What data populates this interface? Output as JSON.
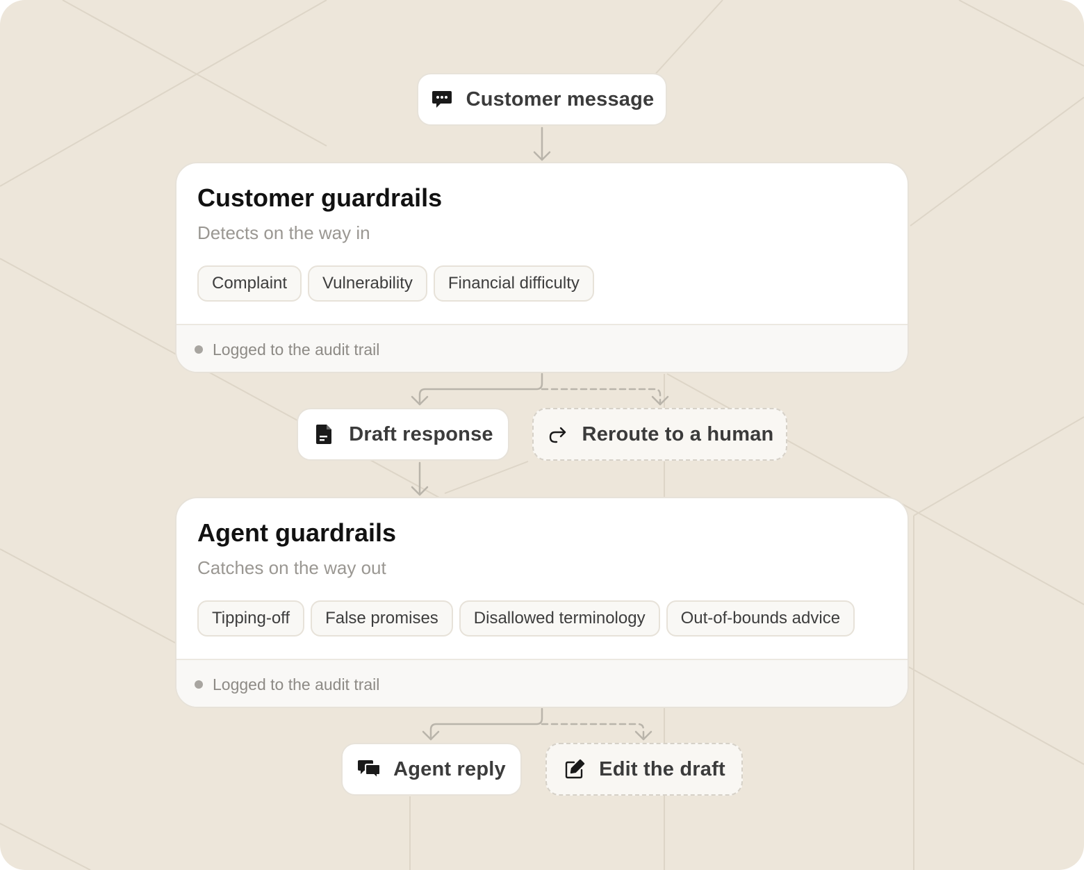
{
  "nodes": {
    "customer_message": {
      "label": "Customer message",
      "icon": "chat-bubble-icon"
    },
    "draft_response": {
      "label": "Draft response",
      "icon": "document-icon"
    },
    "reroute_human": {
      "label": "Reroute to a human",
      "icon": "redirect-arrow-icon"
    },
    "agent_reply": {
      "label": "Agent reply",
      "icon": "chat-bubbles-icon"
    },
    "edit_draft": {
      "label": "Edit the draft",
      "icon": "edit-pencil-icon"
    }
  },
  "customer_guardrails": {
    "title": "Customer guardrails",
    "subtitle": "Detects on the way in",
    "tags": [
      "Complaint",
      "Vulnerability",
      "Financial difficulty"
    ],
    "footer": "Logged to the audit trail"
  },
  "agent_guardrails": {
    "title": "Agent guardrails",
    "subtitle": "Catches on the way out",
    "tags": [
      "Tipping-off",
      "False promises",
      "Disallowed terminology",
      "Out-of-bounds advice"
    ],
    "footer": "Logged to the audit trail"
  },
  "colors": {
    "background": "#ede6da",
    "card": "#ffffff",
    "border": "#e7e2d9",
    "connector": "#b9b4aa",
    "title_text": "#111111",
    "muted_text": "#9a9792"
  }
}
